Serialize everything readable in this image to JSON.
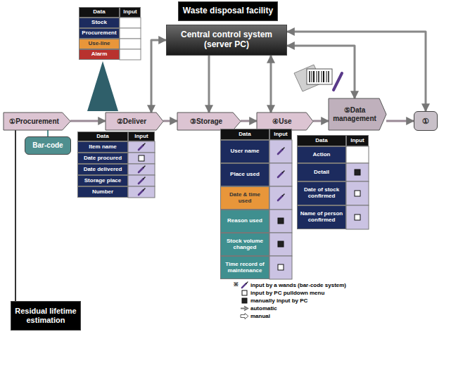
{
  "diagram": {
    "nodes": [
      {
        "text": [
          "Waste disposal facility"
        ]
      },
      {
        "text": [
          "Central control system (server PC)"
        ]
      },
      {
        "text": [
          "①Procurement"
        ]
      },
      {
        "text": [
          "②Deliver"
        ]
      },
      {
        "text": [
          "③Storage"
        ]
      },
      {
        "text": [
          "④Use"
        ]
      },
      {
        "text": [
          "⑤Data management"
        ]
      },
      {
        "text": [
          "①"
        ]
      },
      {
        "text": [
          "Bar-code"
        ]
      },
      {
        "text": [
          "Residual lifetime estimation"
        ]
      }
    ],
    "edges": [
      {
        "from": 2,
        "to": 3,
        "arrow": "to"
      },
      {
        "from": 3,
        "to": 4,
        "arrow": "to"
      },
      {
        "from": 4,
        "to": 5,
        "arrow": "to"
      },
      {
        "from": 5,
        "to": 6,
        "arrow": "to"
      },
      {
        "from": 6,
        "to": 7,
        "arrow": "to"
      },
      {
        "from": 1,
        "to": 3,
        "arrow": "both"
      },
      {
        "from": 1,
        "to": 4,
        "arrow": "to"
      },
      {
        "from": 5,
        "to": 1,
        "arrow": "both"
      },
      {
        "from": 6,
        "to": 1,
        "arrow": "both"
      },
      {
        "from": 7,
        "to": 1,
        "arrow": "both"
      },
      {
        "from": 8,
        "to": 2,
        "arrow": "none"
      },
      {
        "from": 9,
        "to": 2,
        "arrow": "none"
      }
    ],
    "labels": [
      "Data",
      "Input",
      "Stock",
      "Procurement",
      "Use-line",
      "Alarm",
      "Data",
      "Input",
      "Item name",
      "Date procured",
      "Date delivered",
      "Storage place",
      "Number",
      "Data",
      "Input",
      "User name",
      "Place used",
      "Date & time used",
      "Reason used",
      "Stock volume changed",
      "Time record of maintenance",
      "Data",
      "Input",
      "Action",
      "Detail",
      "Date of stock confirmed",
      "Name of person confirmed",
      "※"
    ],
    "legend": [
      {
        "text": "input by a wands (bar-code system)"
      },
      {
        "text": "input by PC pulldown menu"
      },
      {
        "text": "manually input by PC"
      },
      {
        "text": "automatic"
      },
      {
        "text": "manual"
      }
    ]
  }
}
